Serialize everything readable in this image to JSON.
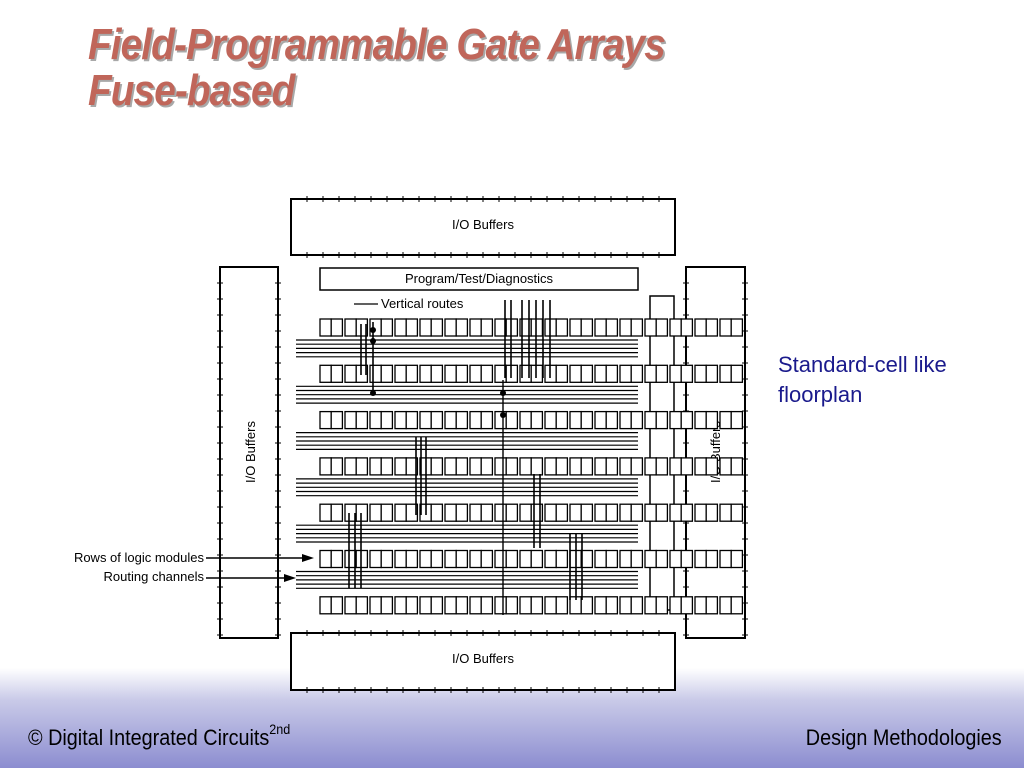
{
  "slide": {
    "title_line1": "Field-Programmable Gate Arrays",
    "title_line2": "Fuse-based",
    "side_note_line1": "Standard-cell like",
    "side_note_line2": "floorplan"
  },
  "diagram": {
    "io_top": "I/O Buffers",
    "io_bottom": "I/O Buffers",
    "io_left": "I/O Buffers",
    "io_right": "I/O Buffers",
    "program_test": "Program/Test/Diagnostics",
    "vertical_routes": "Vertical routes",
    "rows_of_logic_modules": "Rows of logic modules",
    "routing_channels": "Routing channels",
    "logic_rows": 7,
    "cells_per_row": 17
  },
  "footer": {
    "left": "© Digital Integrated Circuits",
    "left_sup": "2nd",
    "right": "Design Methodologies"
  },
  "colors": {
    "title": "#c0665a",
    "side_note": "#1a1a8c",
    "footer_gradient": "#8c8dd0"
  }
}
